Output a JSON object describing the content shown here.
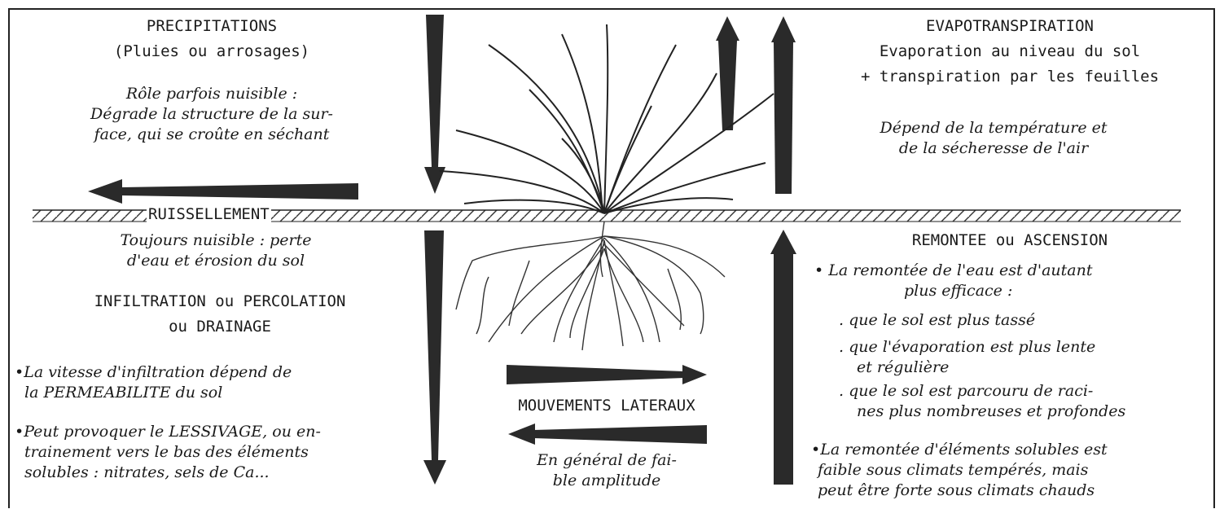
{
  "precipitations": {
    "title": "PRECIPITATIONS",
    "subtitle": "(Pluies ou arrosages)",
    "note_1": "Rôle parfois nuisible :",
    "note_2": "Dégrade la structure de la sur-",
    "note_3": "face, qui se croûte en séchant"
  },
  "evapotranspiration": {
    "title": "EVAPOTRANSPIRATION",
    "line_1": "Evaporation au niveau du sol",
    "line_2": "+ transpiration par les feuilles",
    "note_1": "Dépend de la température et",
    "note_2": "de  la sécheresse  de l'air"
  },
  "ruissellement": {
    "label": "RUISSELLEMENT",
    "note_1": "Toujours nuisible : perte",
    "note_2": "d'eau  et  érosion du sol"
  },
  "infiltration": {
    "title_1": "INFILTRATION ou PERCOLATION",
    "title_2": "ou DRAINAGE",
    "bullet_1a": "La vitesse d'infiltration dépend de",
    "bullet_1b": "la PERMEABILITE du sol",
    "bullet_2a": "Peut provoquer le LESSIVAGE, ou en-",
    "bullet_2b": "trainement vers le bas des éléments",
    "bullet_2c": "solubles :  nitrates, sels de Ca..."
  },
  "mouvements": {
    "title": "MOUVEMENTS LATERAUX",
    "note_1": "En général de fai-",
    "note_2": "ble amplitude"
  },
  "remontee": {
    "title": "REMONTEE ou ASCENSION",
    "intro_1": "La remontée de l'eau est d'autant",
    "intro_2": "plus efficace :",
    "item_1": "que le sol est plus tassé",
    "item_2a": "que l'évaporation est plus lente",
    "item_2b": "et régulière",
    "item_3a": "que le sol est parcouru de raci-",
    "item_3b": "nes plus nombreuses et profondes",
    "last_1": "La remontée d'éléments solubles est",
    "last_2": "faible sous climats tempérés,  mais",
    "last_3": "peut être forte sous climats chauds"
  },
  "colors": {
    "ink": "#1a1a1a",
    "arrow": "#2a2a2a"
  }
}
